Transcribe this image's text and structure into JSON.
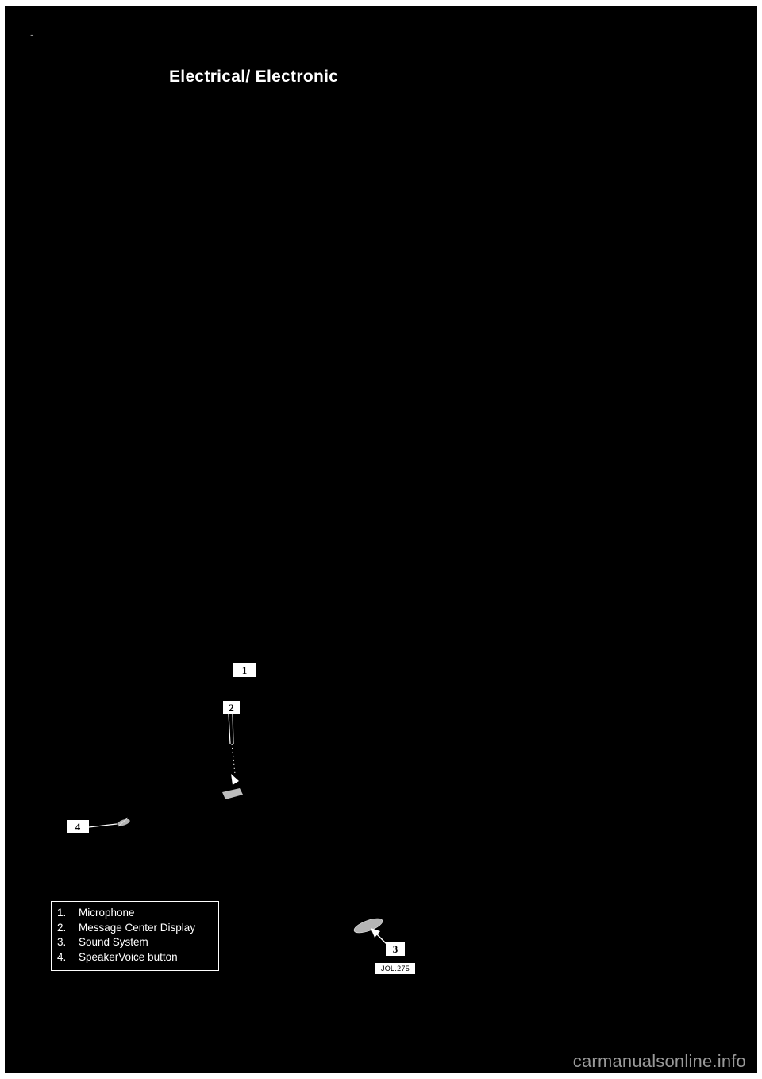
{
  "page": {
    "corner_mark": "-",
    "title": "Electrical/ Electronic"
  },
  "figure": {
    "callouts": [
      {
        "num": "1"
      },
      {
        "num": "2"
      },
      {
        "num": "3"
      },
      {
        "num": "4"
      }
    ],
    "image_ref": "JOL.275"
  },
  "legend": {
    "items": [
      {
        "num": "1.",
        "label": "Microphone"
      },
      {
        "num": "2.",
        "label": "Message Center Display"
      },
      {
        "num": "3.",
        "label": "Sound System"
      },
      {
        "num": "4.",
        "label": "SpeakerVoice button"
      }
    ]
  },
  "watermark": {
    "text": "carmanualsonline.info"
  },
  "colors": {
    "page_background": "#000000",
    "text": "#ffffff",
    "callout_background": "#ffffff",
    "callout_text": "#000000",
    "shape_gray": "#b8b8b8",
    "watermark_gray": "#9a9a9a"
  }
}
